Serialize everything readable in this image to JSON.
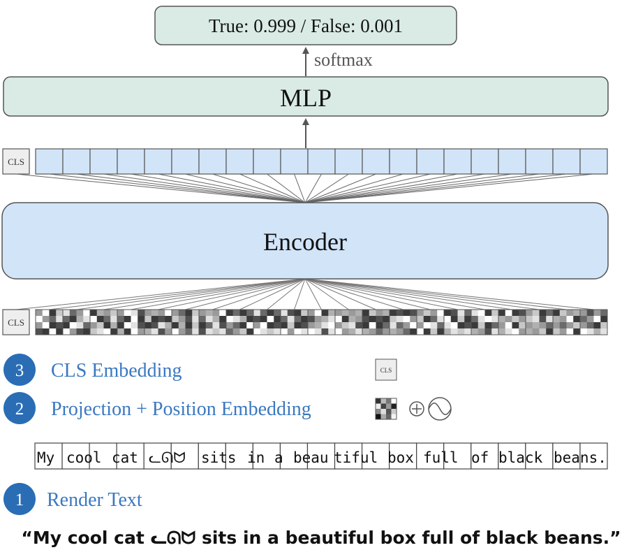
{
  "output": {
    "label": "True: 0.999 / False: 0.001"
  },
  "softmax_label": "softmax",
  "mlp_label": "MLP",
  "cls_token": "CLS",
  "encoder_label": "Encoder",
  "legend": [
    {
      "number": "3",
      "label": "CLS Embedding"
    },
    {
      "number": "2",
      "label": "Projection + Position Embedding"
    },
    {
      "number": "1",
      "label": "Render Text"
    }
  ],
  "rendered_text_cells": [
    "My",
    "cool",
    "cat",
    "ᓚᘏᗢ",
    "sits",
    "in",
    "a",
    "beau",
    "tiful",
    "box",
    "full",
    "of",
    "black",
    "beans."
  ],
  "caption": "“My cool cat ᓚᘏᗢ sits in a beautiful box full of black beans.”",
  "colors": {
    "green_fill": "#d9ebe4",
    "blue_fill": "#d2e4f8",
    "legend_circle": "#2a6db5",
    "legend_text": "#3a78c0",
    "stroke": "#555555"
  }
}
